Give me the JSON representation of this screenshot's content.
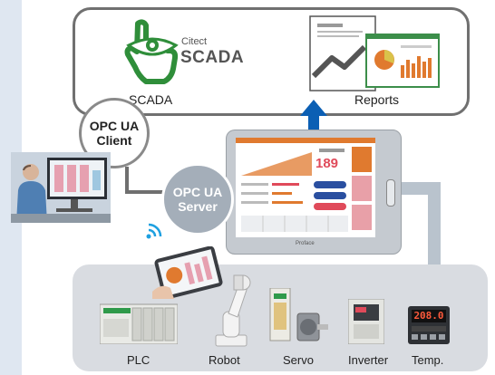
{
  "brand": {
    "small": "Citect",
    "big": "SCADA"
  },
  "scada_label": "SCADA",
  "reports_label": "Reports",
  "opc_client": {
    "line1": "OPC UA",
    "line2": "Client"
  },
  "opc_server": {
    "line1": "OPC UA",
    "line2": "Server"
  },
  "hmi_readout": "189",
  "hmi_brand": "Proface",
  "devices": [
    "PLC",
    "Robot",
    "Servo",
    "Inverter",
    "Temp."
  ],
  "inverter_display": "208.0",
  "colors": {
    "brand_green": "#2f8e3a",
    "arrow_blue": "#0b5fb4",
    "accent_orange": "#e07a2f",
    "accent_red": "#e04a5a",
    "circle_gray": "#a4aeb9"
  },
  "icons": [
    "touch-hand-eye-icon",
    "report-chart-icon",
    "wireless-icon",
    "upload-arrow-icon"
  ]
}
